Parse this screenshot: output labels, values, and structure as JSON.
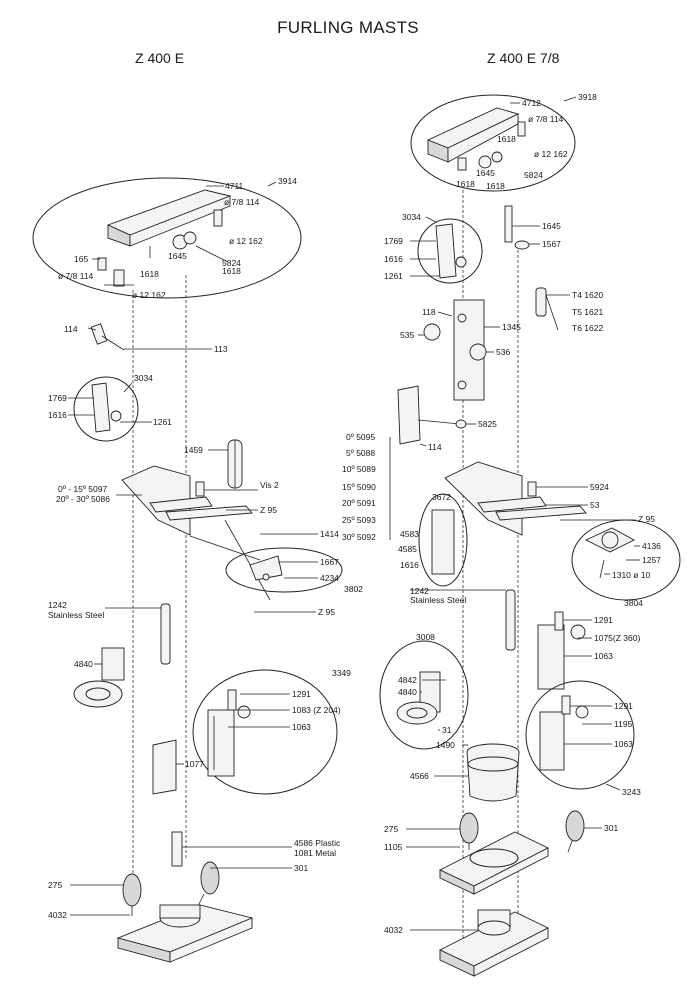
{
  "title": "FURLING MASTS",
  "left_heading": "Z 400 E",
  "right_heading": "Z 400 E 7/8",
  "labels": {
    "l_4711": "4711",
    "l_3914": "3914",
    "l_7_8_114_a": "ø 7/8 114",
    "l_12_162_a": "ø 12 162",
    "l_165": "165",
    "l_1645_a": "1645",
    "l_5824_a": "5824",
    "l_1618_a": "1618",
    "l_1618_b": "1618",
    "l_7_8_114_b": "ø 7/8 114",
    "l_12_162_b": "ø 12 162",
    "l_114_a": "114",
    "l_113": "113",
    "l_3034_a": "3034",
    "l_1769_a": "1769",
    "l_1616_a": "1616",
    "l_1261_a": "1261",
    "l_1459": "1459",
    "l_vis2": "Vis 2",
    "l_0_15": "0º - 15º 5097",
    "l_20_30": "20º - 30º 5086",
    "l_z95_a": "Z 95",
    "l_1414": "1414",
    "l_1667": "1667",
    "l_4234": "4234",
    "l_3802": "3802",
    "l_z95_b": "Z 95",
    "l_1242_a": "1242",
    "l_ss_a": "Stainless Steel",
    "l_4840_a": "4840",
    "l_3349": "3349",
    "l_1291_a": "1291",
    "l_1083": "1083 (Z 204)",
    "l_1063_a": "1063",
    "l_1077": "1077",
    "l_4586": "4586 Plastic",
    "l_1081": "1081 Metal",
    "l_301_a": "301",
    "l_275_a": "275",
    "l_4032_a": "4032",
    "l_4712": "4712",
    "l_3918": "3918",
    "l_7_8_114_c": "ø 7/8 114",
    "l_1618_c": "1618",
    "l_12_162_c": "ø 12 162",
    "l_1645_b": "1645",
    "l_5824_b": "5824",
    "l_1618_d": "1618",
    "l_1618_e": "1618",
    "l_3034_b": "3034",
    "l_1769_b": "1769",
    "l_1616_b": "1616",
    "l_1261_b": "1261",
    "l_1645_c": "1645",
    "l_1567": "1567",
    "l_t4": "T4 1620",
    "l_t5": "T5 1621",
    "l_t6": "T6 1622",
    "l_118": "118",
    "l_1345": "1345",
    "l_535": "535",
    "l_536": "536",
    "l_5825": "5825",
    "l_114_b": "114",
    "l_a0": "0º 5095",
    "l_a5": "5º 5088",
    "l_a10": "10º 5089",
    "l_a15": "15º 5090",
    "l_a20": "20º 5091",
    "l_a25": "25º 5093",
    "l_a30": "30º 5092",
    "l_3672": "3672",
    "l_5924": "5924",
    "l_53": "53",
    "l_z95_c": "Z 95",
    "l_4583": "4583",
    "l_4585": "4585",
    "l_1616_c": "1616",
    "l_4136": "4136",
    "l_1257": "1257",
    "l_1310": "1310 ø 10",
    "l_1242_b": "1242",
    "l_ss_b": "Stainless Steel",
    "l_3804": "3804",
    "l_1291_b": "1291",
    "l_1075": "1075(Z 360)",
    "l_1063_b": "1063",
    "l_3008": "3008",
    "l_4842": "4842",
    "l_4840_b": "4840",
    "l_31": "31",
    "l_1490": "1490",
    "l_1291_c": "1291",
    "l_1195": "1195",
    "l_1063_c": "1063",
    "l_4566": "4566",
    "l_3243": "3243",
    "l_275_b": "275",
    "l_301_b": "301",
    "l_1105": "1105",
    "l_4032_b": "4032"
  }
}
